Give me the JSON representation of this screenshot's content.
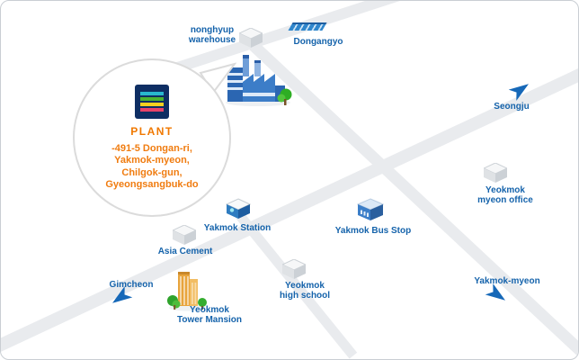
{
  "callout": {
    "brand": "PLANT",
    "address_lines": [
      "-491-5 Dongan-ri,",
      "Yakmok-myeon,",
      "Chilgok-gun,",
      "Gyeongsangbuk-do"
    ]
  },
  "places": {
    "nonghyup_warehouse": {
      "line1": "nonghyup",
      "line2": "warehouse"
    },
    "dongangyo": {
      "label": "Dongangyo"
    },
    "seongju": {
      "label": "Seongju"
    },
    "yeokmok_myeon_office": {
      "line1": "Yeokmok",
      "line2": "myeon office"
    },
    "yakmok_station": {
      "label": "Yakmok Station"
    },
    "yakmok_bus_stop": {
      "label": "Yakmok Bus Stop"
    },
    "asia_cement": {
      "label": "Asia Cement"
    },
    "gimcheon": {
      "label": "Gimcheon"
    },
    "yeokmok_tower_mansion": {
      "line1": "Yeokmok",
      "line2": "Tower Mansion"
    },
    "yeokmok_high_school": {
      "line1": "Yeokmok",
      "line2": "high school"
    },
    "yakmok_myeon": {
      "label": "Yakmok-myeon"
    }
  },
  "icons": {
    "plant_logo": "navy-square-with-color-stripes",
    "factory": "blue-factory-with-trees",
    "building_cube": "isometric-gray-cube",
    "station": "blue-station-building",
    "bus_stop": "blue-bus-stop-building",
    "bridge": "blue-bridge-bar",
    "apartment": "orange-apartment-with-trees",
    "direction_arrow": "blue-chevron-arrow"
  },
  "colors": {
    "label_blue": "#1563ab",
    "accent_orange": "#f07800",
    "road_gray": "#e9ebee",
    "arrow_blue": "#1668b8",
    "factory_blue": "#3c7dc8",
    "logo_navy": "#0e2e63",
    "map_border": "#c9ced3"
  }
}
